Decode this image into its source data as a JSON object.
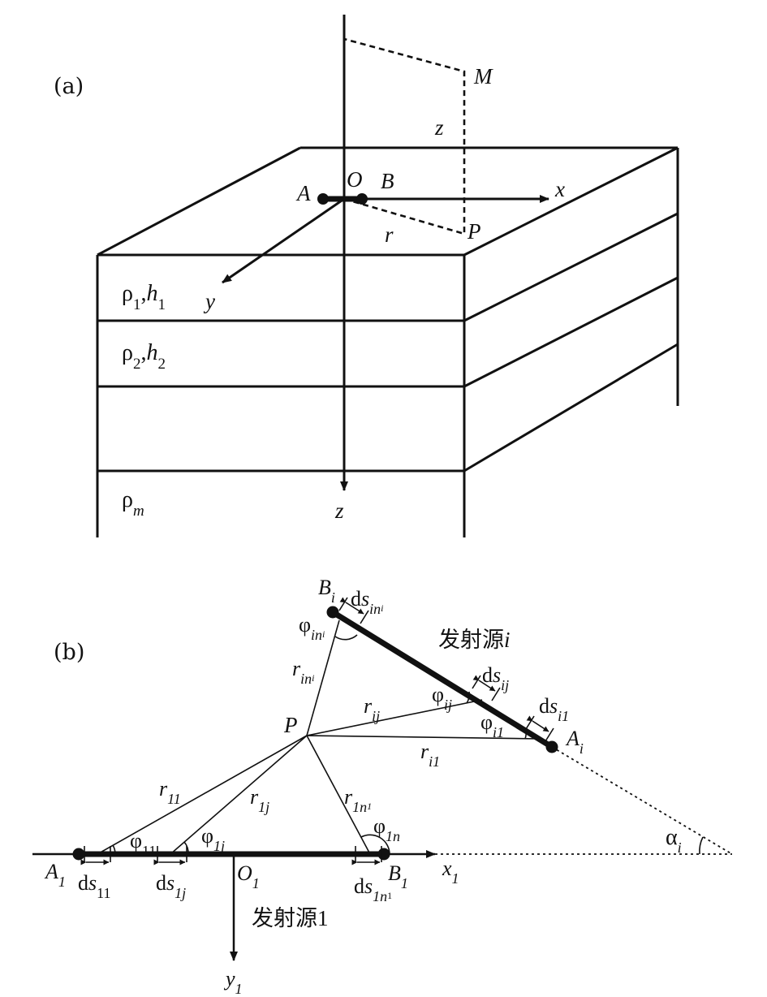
{
  "panel_a": {
    "panel_label": "(a)",
    "labels": {
      "point_a": "A",
      "origin": "O",
      "point_b": "B",
      "axis_x": "x",
      "axis_y": "y",
      "axis_z_bottom": "z",
      "height_z": "z",
      "point_m": "M",
      "point_p": "P",
      "distance_r": "r"
    },
    "layers": [
      {
        "rho_sub": "1",
        "h_sub": "1"
      },
      {
        "rho_sub": "2",
        "h_sub": "2"
      },
      {
        "rho_sub": "m"
      }
    ]
  },
  "panel_b": {
    "panel_label": "(b)",
    "labels": {
      "point_p": "P",
      "a1_main": "A",
      "a1_sub": "1",
      "b1_main": "B",
      "b1_sub": "1",
      "o1_main": "O",
      "o1_sub": "1",
      "x1_main": "x",
      "x1_sub": "1",
      "y1_main": "y",
      "y1_sub": "1",
      "ai_main": "A",
      "ai_sub": "i",
      "bi_main": "B",
      "bi_sub": "i",
      "alpha_main": "α",
      "alpha_sub": "i",
      "source1_cn": "发射源",
      "source1_num": "1",
      "sourcei_cn": "发射源",
      "sourcei_num": "i",
      "r11_main": "r",
      "r11_sub": "11",
      "r1j_main": "r",
      "r1j_sub": "1j",
      "r1n_main": "r",
      "r1n_sub": "1n",
      "r1n_subsub": "1",
      "ri1_main": "r",
      "ri1_sub": "i1",
      "rij_main": "r",
      "rij_sub": "ij",
      "rin_main": "r",
      "rin_sub": "in",
      "rin_subsub": "i",
      "phi11_main": "φ",
      "phi11_sub": "11",
      "phi1j_main": "φ",
      "phi1j_sub": "1j",
      "phi1n_main": "φ",
      "phi1n_sub": "1n",
      "phii1_main": "φ",
      "phii1_sub": "i1",
      "phiij_main": "φ",
      "phiij_sub": "ij",
      "phiin_main": "φ",
      "phiin_sub": "in",
      "phiin_subsub": "i",
      "ds11_d": "d",
      "ds11_s": "s",
      "ds11_sub": "11",
      "ds1j_d": "d",
      "ds1j_s": "s",
      "ds1j_sub": "1j",
      "ds1n_d": "d",
      "ds1n_s": "s",
      "ds1n_sub": "1n",
      "ds1n_subsub": "1",
      "dsi1_d": "d",
      "dsi1_s": "s",
      "dsi1_sub": "i1",
      "dsij_d": "d",
      "dsij_s": "s",
      "dsij_sub": "ij",
      "dsin_d": "d",
      "dsin_s": "s",
      "dsin_sub": "in",
      "dsin_subsub": "i"
    }
  },
  "colors": {
    "stroke": "#111111",
    "background": "#ffffff"
  }
}
